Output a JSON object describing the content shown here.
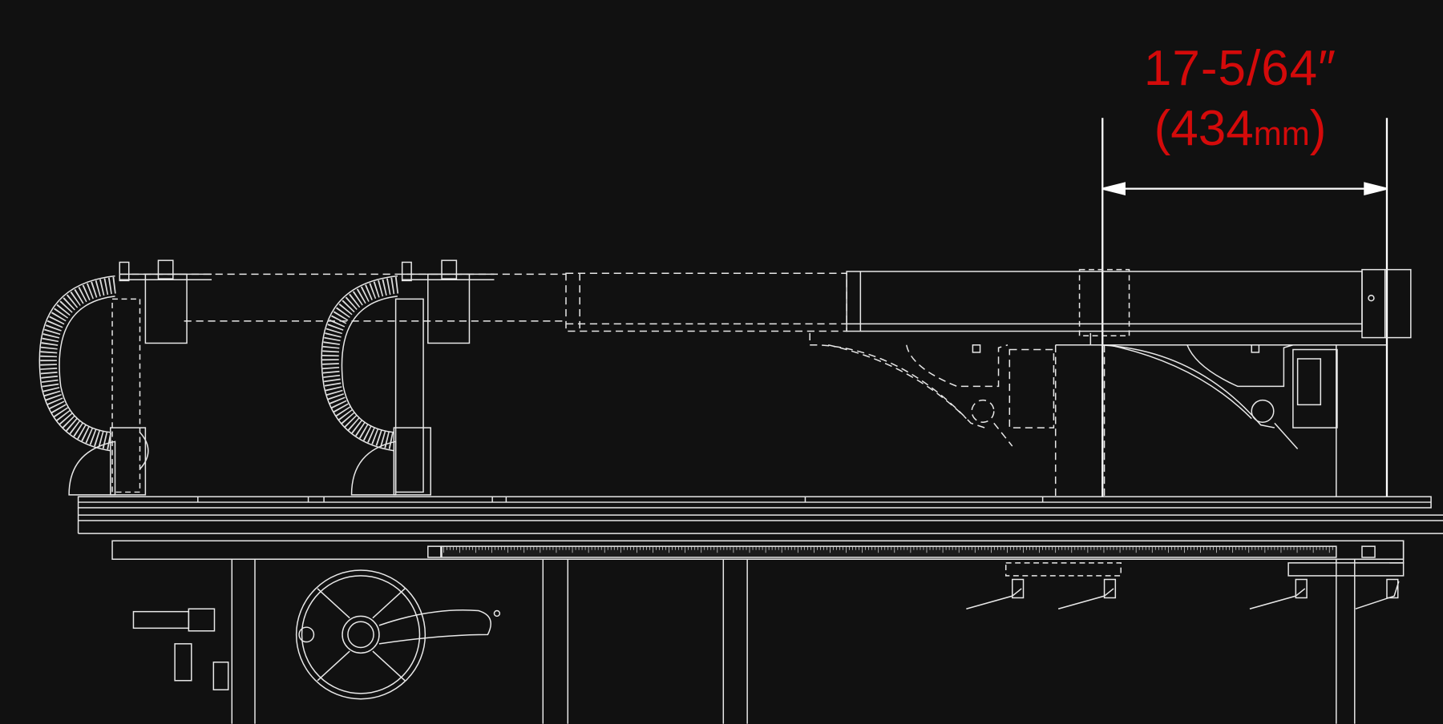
{
  "dimension": {
    "imperial": "17-5/64″",
    "metric_open": "(",
    "metric_value": "434",
    "metric_unit": "mm",
    "metric_close": ")"
  },
  "colors": {
    "background": "#111111",
    "line": "#e8e8e8",
    "dimension_text": "#d40a0a"
  }
}
